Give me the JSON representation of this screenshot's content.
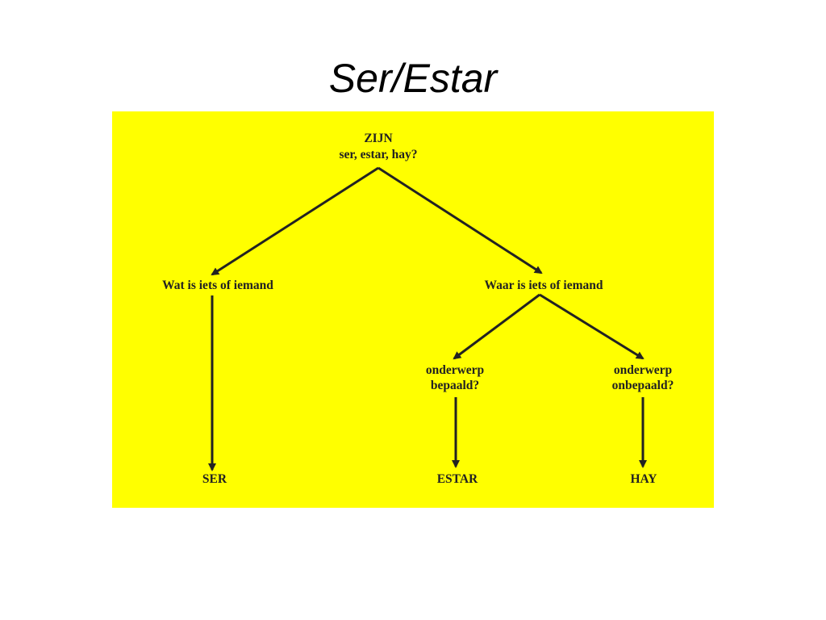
{
  "slide": {
    "title": "Ser/Estar"
  },
  "diagram": {
    "background_color": "#ffff00",
    "line_color": "#222222",
    "root": {
      "line1": "ZIJN",
      "line2": "ser, estar, hay?"
    },
    "left_branch": {
      "label": "Wat is iets of iemand"
    },
    "right_branch": {
      "label": "Waar is iets of iemand"
    },
    "subject_defined": {
      "line1": "onderwerp",
      "line2": "bepaald?"
    },
    "subject_undefined": {
      "line1": "onderwerp",
      "line2": "onbepaald?"
    },
    "result_ser": {
      "label": "SER"
    },
    "result_estar": {
      "label": "ESTAR"
    },
    "result_hay": {
      "label": "HAY"
    }
  }
}
